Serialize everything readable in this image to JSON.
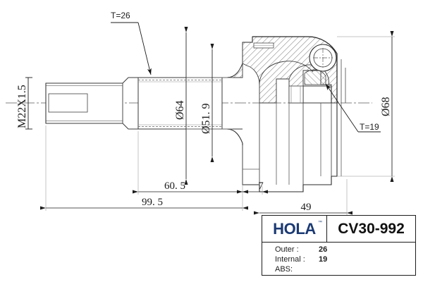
{
  "drawing": {
    "type": "cv-joint-technical-drawing",
    "annotations": {
      "outer_spline_teeth": "T=26",
      "inner_spline_teeth": "T=19",
      "thread_spec": "M22X1.5",
      "diameter_outer_boot": "Ø64",
      "diameter_shoulder": "Ø51. 9",
      "diameter_housing": "Ø68"
    },
    "dimensions": {
      "shaft_to_shoulder": "60. 5",
      "shoulder_step": "7",
      "overall_shaft": "99. 5",
      "housing_length": "49"
    }
  },
  "title_block": {
    "brand": "HOLA",
    "trademark": "™",
    "part_number": "CV30-992",
    "specs": [
      {
        "label": "Outer :",
        "value": "26"
      },
      {
        "label": "Internal :",
        "value": "19"
      },
      {
        "label": "ABS:",
        "value": ""
      }
    ]
  },
  "colors": {
    "brand_blue": "#1b3a73",
    "line_color": "#1c1c1c",
    "hatch_color": "#555555",
    "background": "#ffffff"
  }
}
